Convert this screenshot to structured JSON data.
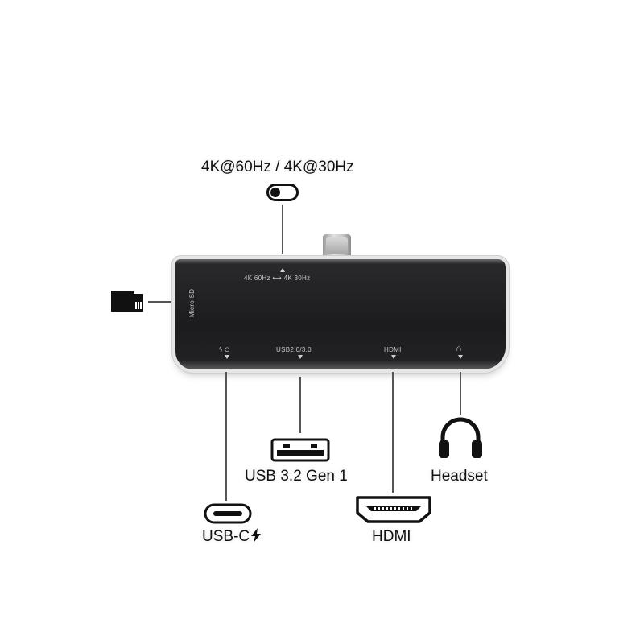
{
  "labels": {
    "switch": "4K@60Hz / 4K@30Hz",
    "usb": "USB 3.2 Gen 1",
    "usbc": "USB-C",
    "hdmi": "HDMI",
    "headset": "Headset"
  },
  "hub_print": {
    "switch": "4K 60Hz ⟷ 4K 30Hz",
    "microsd": "Micro SD",
    "usbc": "ϟ ⭘",
    "usb": "USB2.0/3.0",
    "hdmi": "HDMI",
    "audio": "∩"
  },
  "icons": {
    "switch": "toggle-switch-icon",
    "microsd": "micro-sd-card-icon",
    "usb": "usb-a-port-icon",
    "usbc": "usb-c-port-icon",
    "hdmi": "hdmi-port-icon",
    "headset": "headphones-icon",
    "lightning": "lightning-bolt-icon"
  }
}
